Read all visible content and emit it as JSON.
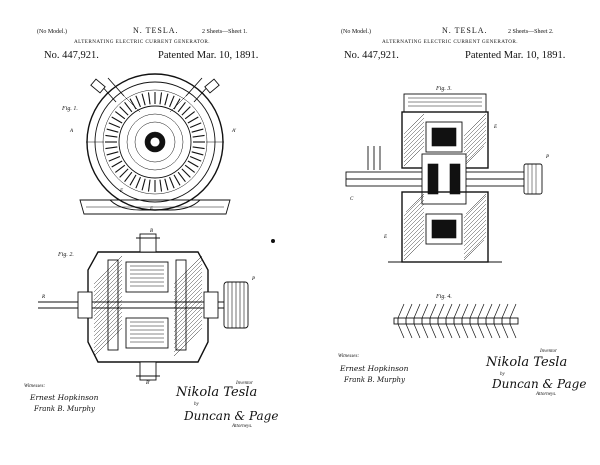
{
  "sheets": [
    {
      "model_note": "(No Model.)",
      "sheet_count": "2 Sheets—Sheet 1.",
      "inventor": "N. TESLA.",
      "title": "ALTERNATING ELECTRIC CURRENT GENERATOR.",
      "patent_number": "No. 447,921.",
      "patent_date": "Patented Mar. 10, 1891.",
      "figures": [
        "Fig. 1.",
        "Fig. 2."
      ],
      "witnesses_label": "Witnesses:",
      "witnesses": [
        "Ernest Hopkinson",
        "Frank B. Murphy"
      ],
      "inventor_label": "Inventor",
      "signature": "Nikola Tesla",
      "by": "by",
      "attorneys_signature": "Duncan & Page",
      "attorneys_label": "Attorneys."
    },
    {
      "model_note": "(No Model.)",
      "sheet_count": "2 Sheets—Sheet 2.",
      "inventor": "N. TESLA.",
      "title": "ALTERNATING ELECTRIC CURRENT GENERATOR.",
      "patent_number": "No. 447,921.",
      "patent_date": "Patented Mar. 10, 1891.",
      "figures": [
        "Fig. 3.",
        "Fig. 4."
      ],
      "witnesses_label": "Witnesses:",
      "witnesses": [
        "Ernest Hopkinson",
        "Frank B. Murphy"
      ],
      "inventor_label": "Inventor",
      "signature": "Nikola Tesla",
      "by": "by",
      "attorneys_signature": "Duncan & Page",
      "attorneys_label": "Attorneys."
    }
  ]
}
